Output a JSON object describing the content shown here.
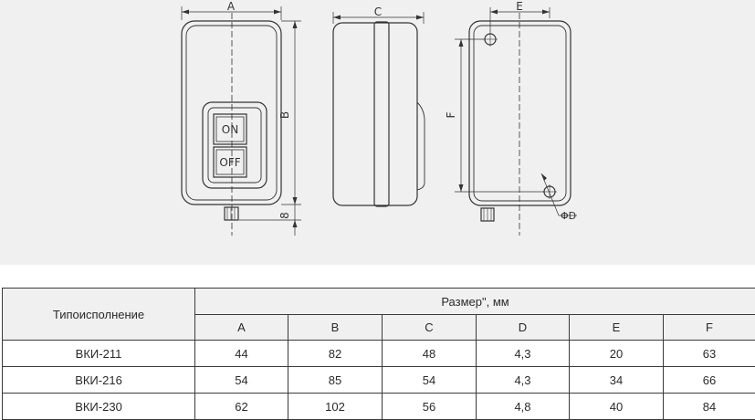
{
  "drawing": {
    "dims": {
      "a": "A",
      "b": "B",
      "c": "C",
      "e": "E",
      "f": "F",
      "d": "ΦD",
      "gap": "8"
    },
    "buttons": {
      "on": "ON",
      "off": "OFF"
    }
  },
  "table": {
    "row_header": "Типоисполнение",
    "group_header": "Размер\", мм",
    "columns": [
      "A",
      "B",
      "C",
      "D",
      "E",
      "F"
    ],
    "rows": [
      {
        "model": "ВКИ-211",
        "values": [
          "44",
          "82",
          "48",
          "4,3",
          "20",
          "63"
        ]
      },
      {
        "model": "ВКИ-216",
        "values": [
          "54",
          "85",
          "54",
          "4,3",
          "34",
          "66"
        ]
      },
      {
        "model": "ВКИ-230",
        "values": [
          "62",
          "102",
          "56",
          "4,8",
          "40",
          "84"
        ]
      }
    ]
  }
}
